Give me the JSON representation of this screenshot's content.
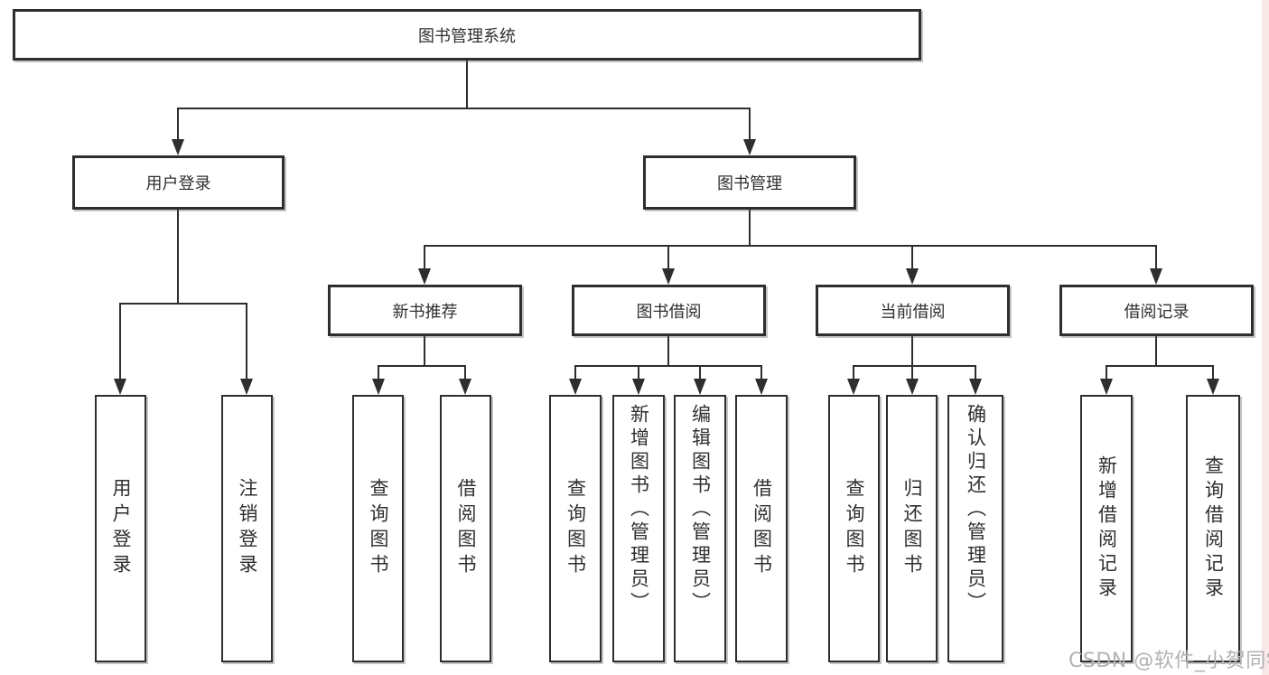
{
  "diagram": {
    "root": {
      "label": "图书管理系统"
    },
    "level2": [
      {
        "label": "用户登录"
      },
      {
        "label": "图书管理"
      }
    ],
    "level3": [
      {
        "label": "新书推荐"
      },
      {
        "label": "图书借阅"
      },
      {
        "label": "当前借阅"
      },
      {
        "label": "借阅记录"
      }
    ],
    "leaves": {
      "login": [
        {
          "label": "用户登录"
        },
        {
          "label": "注销登录"
        }
      ],
      "newbook": [
        {
          "label": "查询图书"
        },
        {
          "label": "借阅图书"
        }
      ],
      "borrow": [
        {
          "label": "查询图书"
        },
        {
          "label": "新增图书（管理员）"
        },
        {
          "label": "编辑图书（管理员）"
        },
        {
          "label": "借阅图书"
        }
      ],
      "current": [
        {
          "label": "查询图书"
        },
        {
          "label": "归还图书"
        },
        {
          "label": "确认归还（管理员）"
        }
      ],
      "records": [
        {
          "label": "新增借阅记录"
        },
        {
          "label": "查询借阅记录"
        }
      ]
    },
    "watermark": "CSDN @软件_小贺同学",
    "colors": {
      "line": "#2e2e2e",
      "text": "#2f2f2f",
      "box_background": "#ffffff",
      "watermark": "#b2b2b2",
      "edge_strip": "#f5d8d8"
    }
  }
}
